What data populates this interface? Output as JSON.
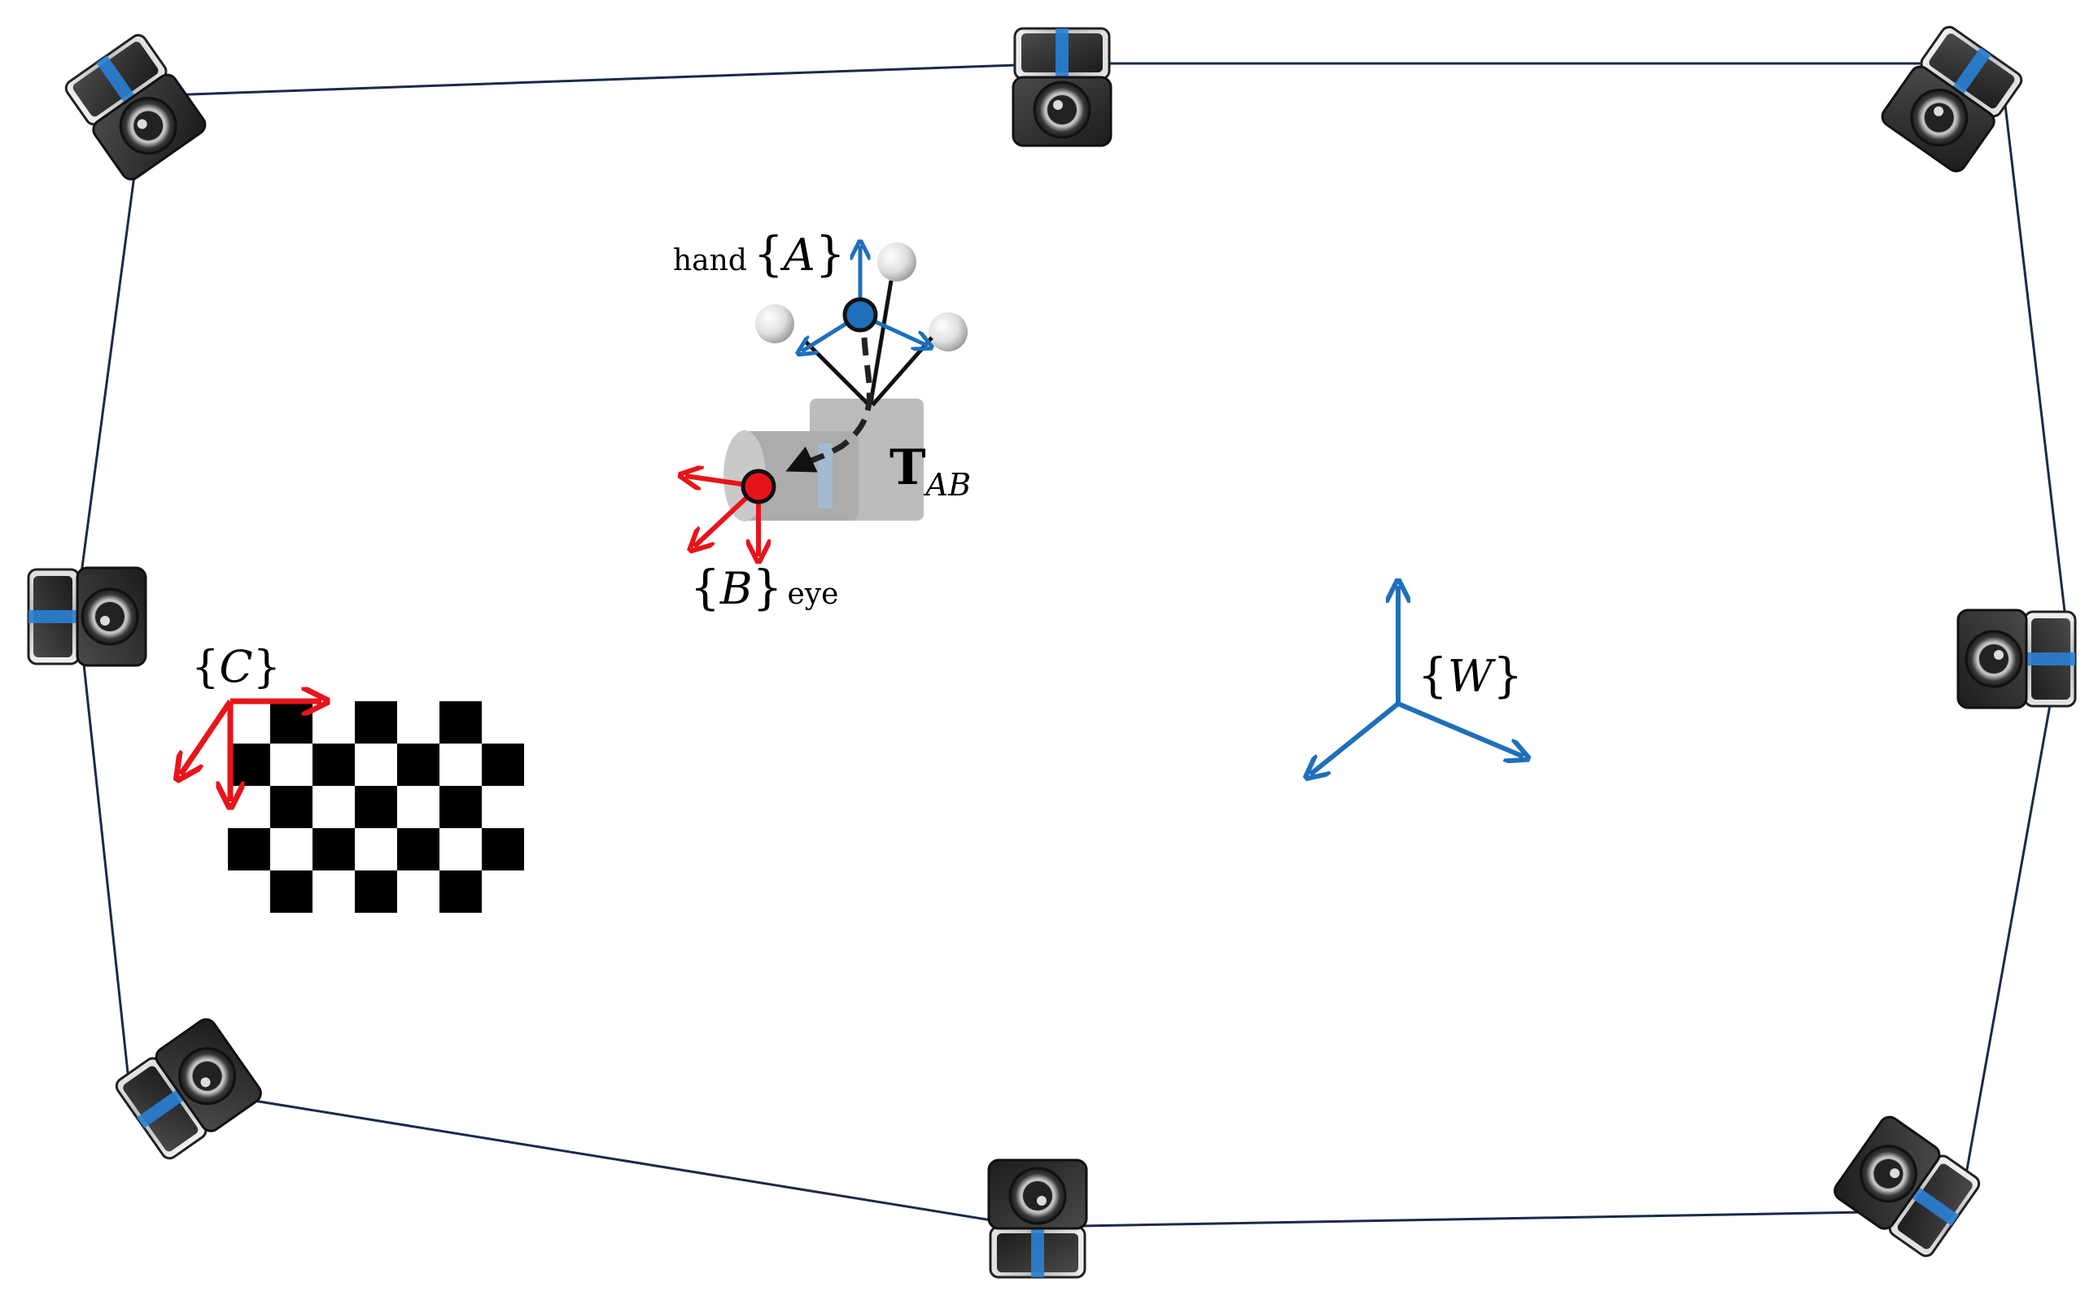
{
  "colors": {
    "outline": "#1a2a4a",
    "world_axis": "#1f6fba",
    "red_axis": "#e8141b",
    "hand_marker": "#1f6fba",
    "eye_marker": "#e8141b",
    "camera_body": "#2b2b2b",
    "camera_accent": "#2a7fd4",
    "checker_dark": "#000000",
    "checker_light": "#ffffff"
  },
  "labels": {
    "hand_prefix": "hand",
    "hand_frame": "A",
    "eye_frame": "B",
    "eye_suffix": "eye",
    "checkerboard_frame": "C",
    "world_frame": "W",
    "transform_symbol": "T",
    "transform_subscript": "AB",
    "brace_open": "{",
    "brace_close": "}"
  },
  "diagram": {
    "cameras": [
      {
        "name": "camera-top-left",
        "rotation": -35
      },
      {
        "name": "camera-top-center",
        "rotation": 180
      },
      {
        "name": "camera-top-right",
        "rotation": 215
      },
      {
        "name": "camera-mid-left",
        "rotation": 90
      },
      {
        "name": "camera-mid-right",
        "rotation": -90
      },
      {
        "name": "camera-bottom-left",
        "rotation": 35
      },
      {
        "name": "camera-bottom-center",
        "rotation": 0
      },
      {
        "name": "camera-bottom-right",
        "rotation": -35
      }
    ],
    "checkerboard": {
      "rows": 5,
      "cols": 7
    }
  }
}
